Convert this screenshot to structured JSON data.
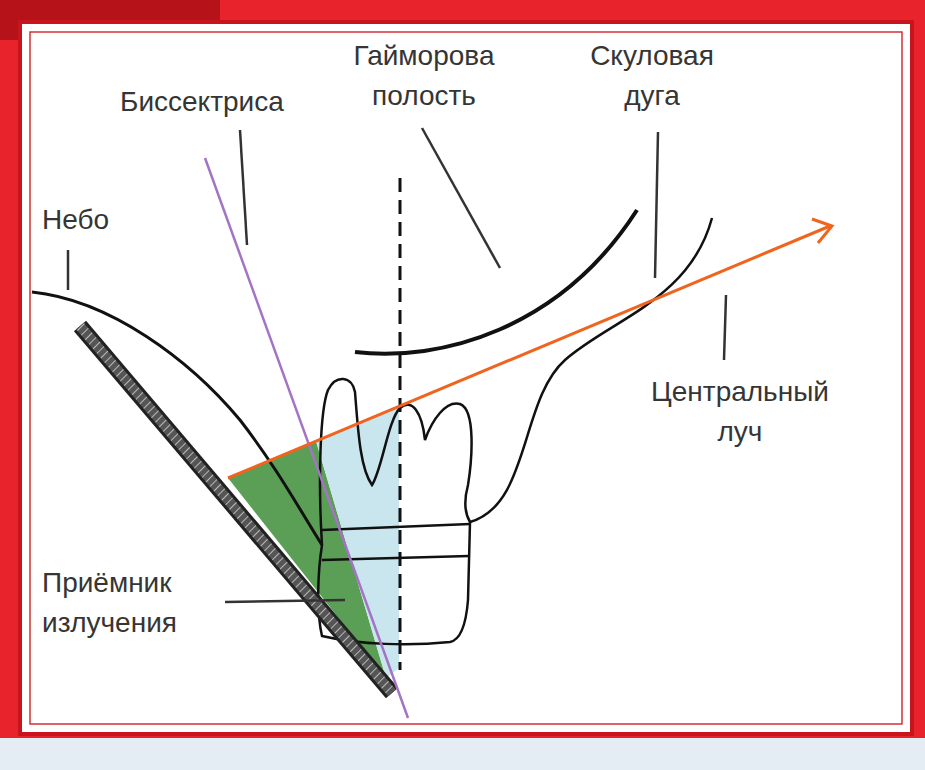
{
  "diagram": {
    "labels": [
      "Небо",
      "Биссектриса",
      "Гайморова полость",
      "Скуловая дуга",
      "Центральный луч",
      "Приёмник излучения"
    ]
  }
}
